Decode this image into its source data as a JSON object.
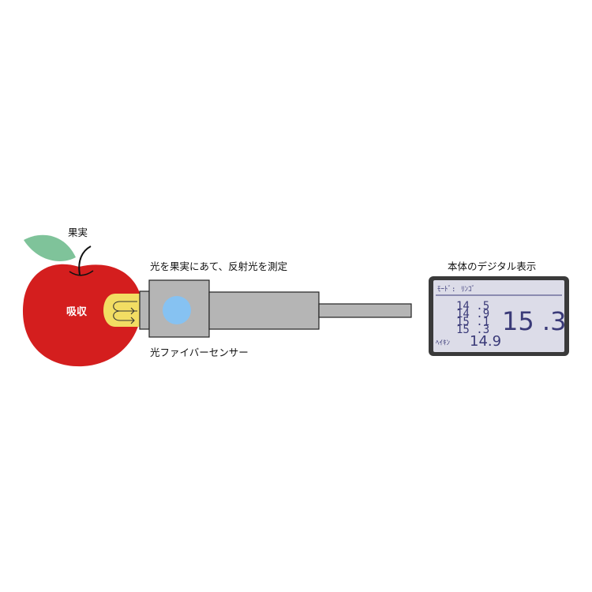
{
  "labels": {
    "fruit": "果実",
    "absorb": "吸収",
    "measure": "光を果実にあて、反射光を測定",
    "sensor": "光ファイバーセンサー",
    "device": "本体のデジタル表示"
  },
  "lcd": {
    "mode_label": "ﾓｰﾄﾞ:",
    "mode_value": "ﾘﾝｺﾞ",
    "history": [
      "14 .5",
      "14 .9",
      "15 .1",
      "15 .3"
    ],
    "current": "15 .3",
    "average_label": "ﾍｲｷﾝ",
    "average_value": "14.9"
  },
  "colors": {
    "apple": "#d41e1e",
    "leaf": "#7fc39a",
    "sensor_tip": "#f2dd63",
    "sensor_body": "#b5b5b5",
    "sensor_window": "#86c2f2",
    "lcd_bg": "#dcdce8",
    "lcd_text": "#3a3a78"
  }
}
